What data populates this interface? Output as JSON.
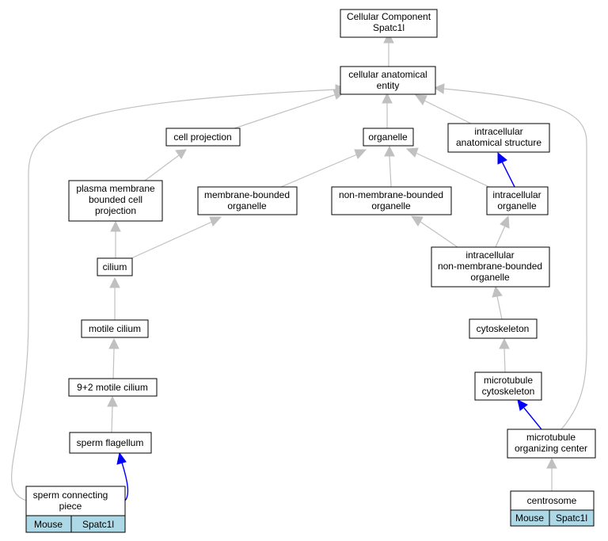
{
  "nodes": {
    "root": [
      "Cellular Component",
      "Spatc1l"
    ],
    "cae": [
      "cellular anatomical",
      "entity"
    ],
    "cellproj": [
      "cell projection"
    ],
    "organelle": [
      "organelle"
    ],
    "ias": [
      "intracellular",
      "anatomical structure"
    ],
    "pmbcp": [
      "plasma membrane",
      "bounded cell",
      "projection"
    ],
    "mbo": [
      "membrane-bounded",
      "organelle"
    ],
    "nmbo": [
      "non-membrane-bounded",
      "organelle"
    ],
    "io": [
      "intracellular",
      "organelle"
    ],
    "inmbo": [
      "intracellular",
      "non-membrane-bounded",
      "organelle"
    ],
    "cilium": [
      "cilium"
    ],
    "motile": [
      "motile cilium"
    ],
    "nineplus2": [
      "9+2 motile cilium"
    ],
    "flagellum": [
      "sperm flagellum"
    ],
    "cytoskeleton": [
      "cytoskeleton"
    ],
    "mtcyto": [
      "microtubule",
      "cytoskeleton"
    ],
    "mtoc": [
      "microtubule",
      "organizing center"
    ],
    "scp": [
      "sperm connecting",
      "piece"
    ],
    "centrosome": [
      "centrosome"
    ]
  },
  "annotations": {
    "scp": [
      "Mouse",
      "Spatc1l"
    ],
    "centrosome": [
      "Mouse",
      "Spatc1l"
    ]
  },
  "colors": {
    "is_a_edge": "#c0c0c0",
    "part_of_edge": "#0000ff",
    "annotation_fill": "#add8e6"
  }
}
